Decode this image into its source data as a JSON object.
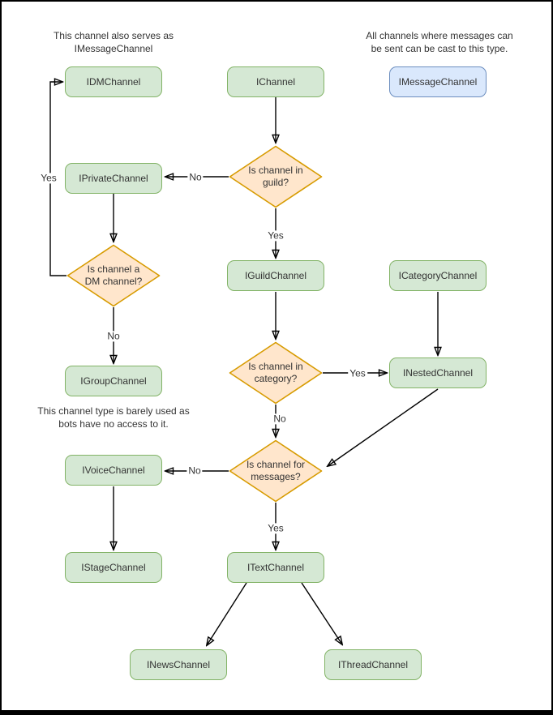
{
  "diagram": {
    "annotations": {
      "dm_note": "This channel also serves as\nIMessageChannel",
      "message_note": "All channels where messages can\nbe sent can be cast to this type.",
      "group_note": "This channel type is barely used as\nbots have no access to it."
    },
    "nodes": {
      "idm": "IDMChannel",
      "channel": "IChannel",
      "message": "IMessageChannel",
      "private": "IPrivateChannel",
      "guild": "IGuildChannel",
      "category": "ICategoryChannel",
      "nested": "INestedChannel",
      "group": "IGroupChannel",
      "voice": "IVoiceChannel",
      "text": "ITextChannel",
      "stage": "IStageChannel",
      "news": "INewsChannel",
      "thread": "IThreadChannel"
    },
    "decisions": {
      "in_guild": "Is channel in\nguild?",
      "is_dm": "Is channel a\nDM channel?",
      "in_category": "Is channel in\ncategory?",
      "for_messages": "Is channel for\nmessages?"
    },
    "edge_labels": {
      "guild_no": "No",
      "guild_yes": "Yes",
      "dm_yes": "Yes",
      "dm_no": "No",
      "category_yes": "Yes",
      "category_no": "No",
      "messages_no": "No",
      "messages_yes": "Yes"
    },
    "edges": [
      {
        "from": "IChannel",
        "to": "Is channel in guild?",
        "label": ""
      },
      {
        "from": "Is channel in guild?",
        "to": "IPrivateChannel",
        "label": "No"
      },
      {
        "from": "Is channel in guild?",
        "to": "IGuildChannel",
        "label": "Yes"
      },
      {
        "from": "IPrivateChannel",
        "to": "Is channel a DM channel?",
        "label": ""
      },
      {
        "from": "Is channel a DM channel?",
        "to": "IDMChannel",
        "label": "Yes"
      },
      {
        "from": "Is channel a DM channel?",
        "to": "IGroupChannel",
        "label": "No"
      },
      {
        "from": "IGuildChannel",
        "to": "Is channel in category?",
        "label": ""
      },
      {
        "from": "Is channel in category?",
        "to": "INestedChannel",
        "label": "Yes"
      },
      {
        "from": "ICategoryChannel",
        "to": "INestedChannel",
        "label": ""
      },
      {
        "from": "Is channel in category?",
        "to": "Is channel for messages?",
        "label": "No"
      },
      {
        "from": "INestedChannel",
        "to": "Is channel for messages?",
        "label": ""
      },
      {
        "from": "Is channel for messages?",
        "to": "IVoiceChannel",
        "label": "No"
      },
      {
        "from": "Is channel for messages?",
        "to": "ITextChannel",
        "label": "Yes"
      },
      {
        "from": "IVoiceChannel",
        "to": "IStageChannel",
        "label": ""
      },
      {
        "from": "ITextChannel",
        "to": "INewsChannel",
        "label": ""
      },
      {
        "from": "ITextChannel",
        "to": "IThreadChannel",
        "label": ""
      }
    ],
    "colors": {
      "node_fill": "#d5e8d4",
      "node_border": "#82b366",
      "decision_fill": "#ffe6cc",
      "decision_border": "#d79b00",
      "cast_fill": "#dae8fc",
      "cast_border": "#6c8ebf",
      "edge": "#000000"
    }
  }
}
